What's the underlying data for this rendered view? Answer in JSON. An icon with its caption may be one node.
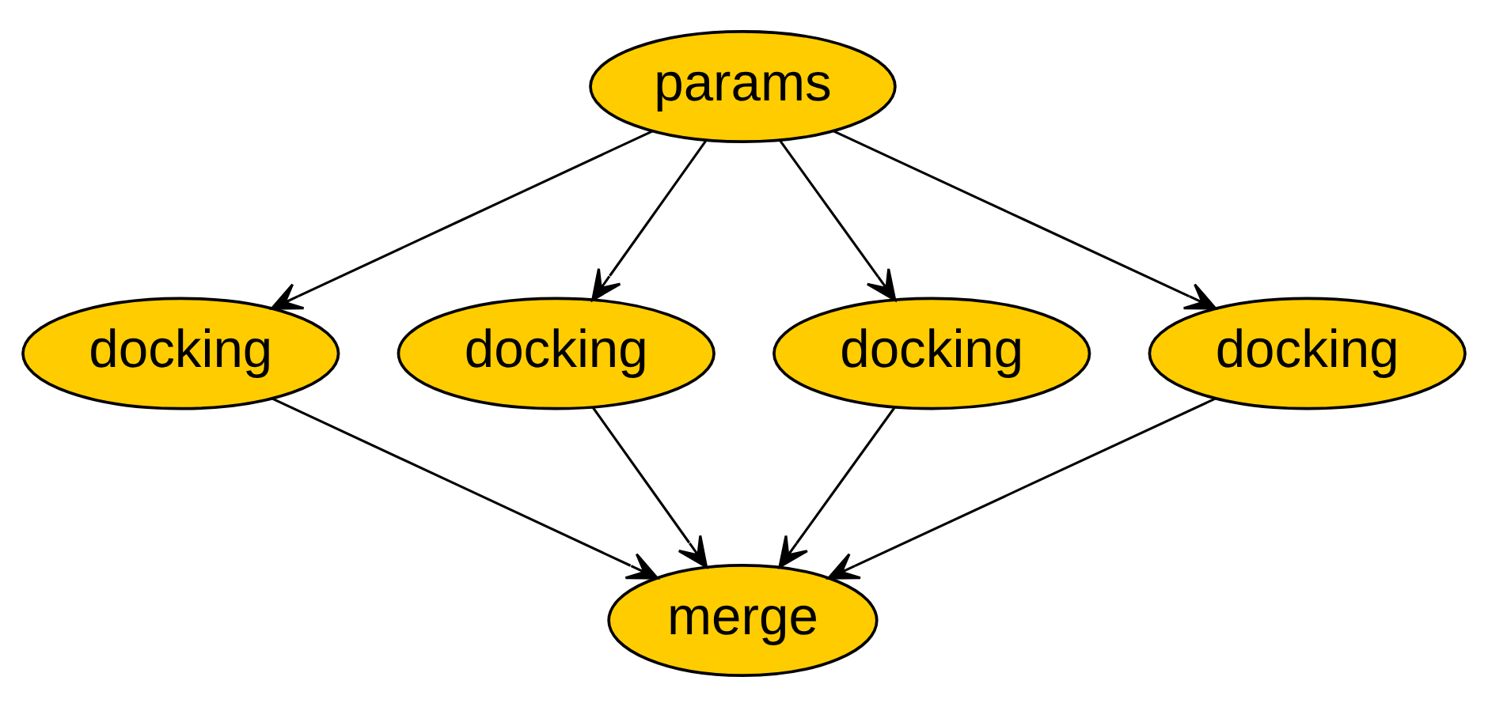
{
  "diagram": {
    "nodes": [
      {
        "text": [
          "params"
        ]
      },
      {
        "text": [
          "docking"
        ]
      },
      {
        "text": [
          "docking"
        ]
      },
      {
        "text": [
          "docking"
        ]
      },
      {
        "text": [
          "docking"
        ]
      },
      {
        "text": [
          "merge"
        ]
      }
    ],
    "edges": [
      {
        "from": 0,
        "to": 1,
        "arrow": "to"
      },
      {
        "from": 0,
        "to": 2,
        "arrow": "to"
      },
      {
        "from": 0,
        "to": 3,
        "arrow": "to"
      },
      {
        "from": 0,
        "to": 4,
        "arrow": "to"
      },
      {
        "from": 1,
        "to": 5,
        "arrow": "to"
      },
      {
        "from": 2,
        "to": 5,
        "arrow": "to"
      },
      {
        "from": 3,
        "to": 5,
        "arrow": "to"
      },
      {
        "from": 4,
        "to": 5,
        "arrow": "to"
      }
    ]
  }
}
